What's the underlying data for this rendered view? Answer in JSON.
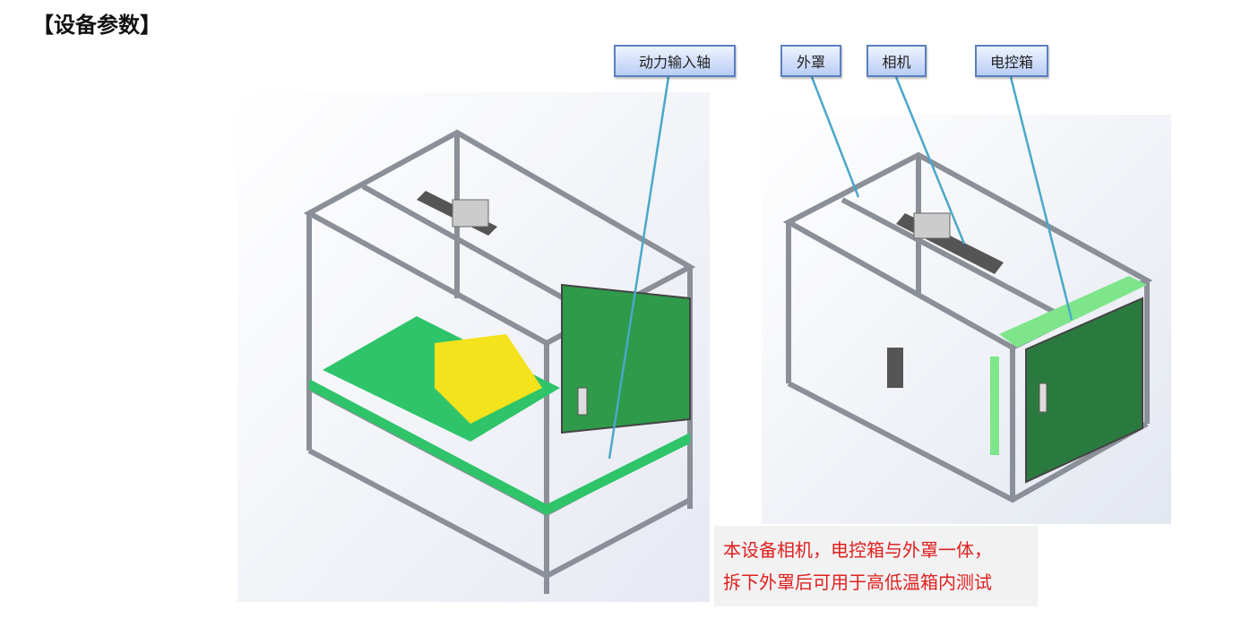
{
  "title": "【设备参数】",
  "labels": {
    "power_input_shaft": "动力输入轴",
    "cover": "外罩",
    "camera": "相机",
    "control_box": "电控箱"
  },
  "note": {
    "line1": "本设备相机，电控箱与外罩一体，",
    "line2": "拆下外罩后可用于高低温箱内测试"
  },
  "colors": {
    "callout_line": "#4aa8c8",
    "note_text": "#e02020",
    "panel_green": "#2e9a4a",
    "plate_yellow": "#f2e21a"
  }
}
